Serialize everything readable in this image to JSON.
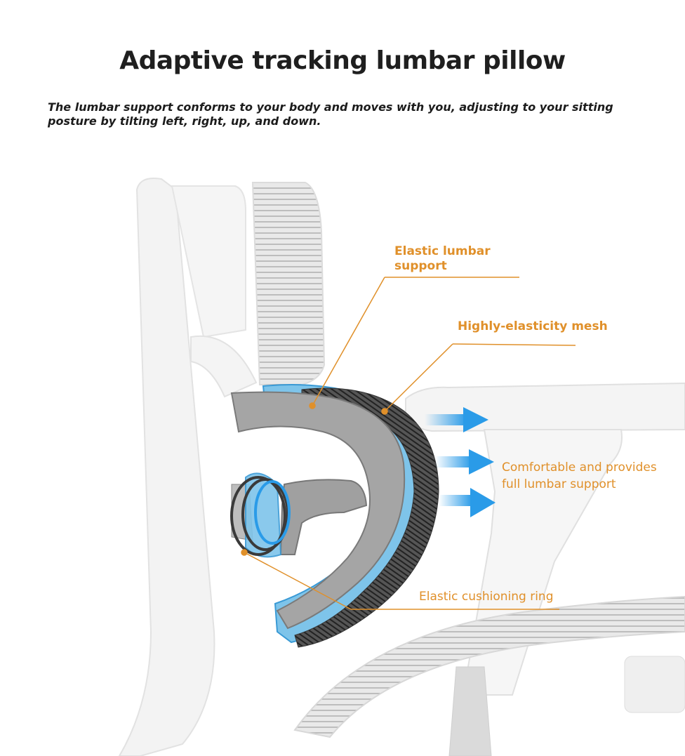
{
  "header": {
    "title": "Adaptive tracking lumbar pillow",
    "subtitle": "The lumbar support conforms to your body and moves with you, adjusting to your sitting posture by tilting left, right, up, and down."
  },
  "callouts": {
    "elastic_lumbar_line1": "Elastic lumbar",
    "elastic_lumbar_line2": "support",
    "mesh": "Highly-elasticity mesh",
    "comfort_line1": "Comfortable and provides",
    "comfort_line2": "full lumbar support",
    "ring": "Elastic cushioning ring"
  },
  "colors": {
    "accent_orange": "#e0902a",
    "arrow_blue": "#2a9be8",
    "chair_white": "#f2f2f2",
    "pad_gray": "#9a9a9a"
  }
}
